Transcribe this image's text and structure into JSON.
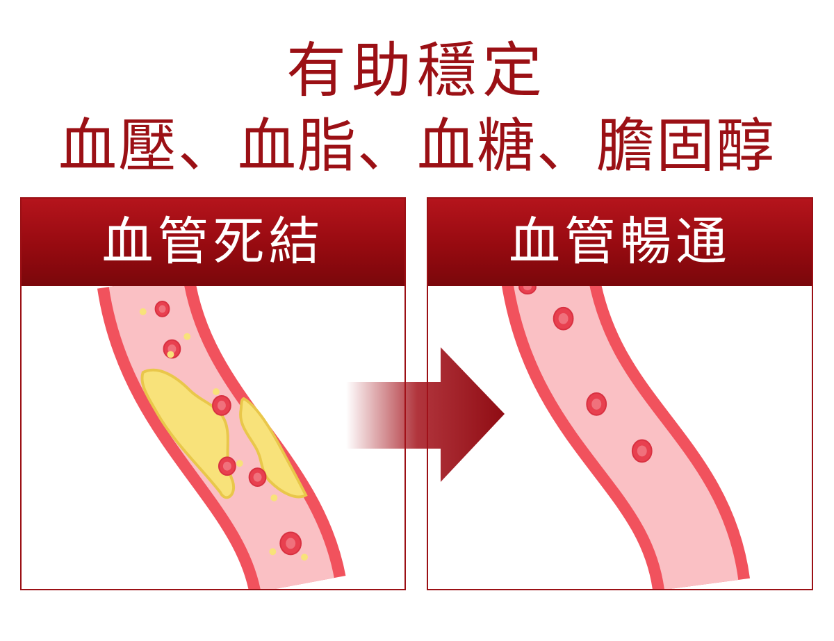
{
  "title": {
    "line1": "有助穩定",
    "line2": "血壓、血脂、血糖、膽固醇"
  },
  "panels": [
    {
      "label": "血管死結"
    },
    {
      "label": "血管暢通"
    }
  ],
  "colors": {
    "title": "#9b1015",
    "header": "#9b1015",
    "vessel_wall": "#f1525d",
    "vessel_inner": "#fac0c4",
    "cell": "#e8404f",
    "cell_core": "#f0717c",
    "plaque": "#f8e27a",
    "plaque_edge": "#e9c74a",
    "arrow": "#a3111a"
  },
  "icons": {
    "transition": "right-arrow-icon"
  }
}
